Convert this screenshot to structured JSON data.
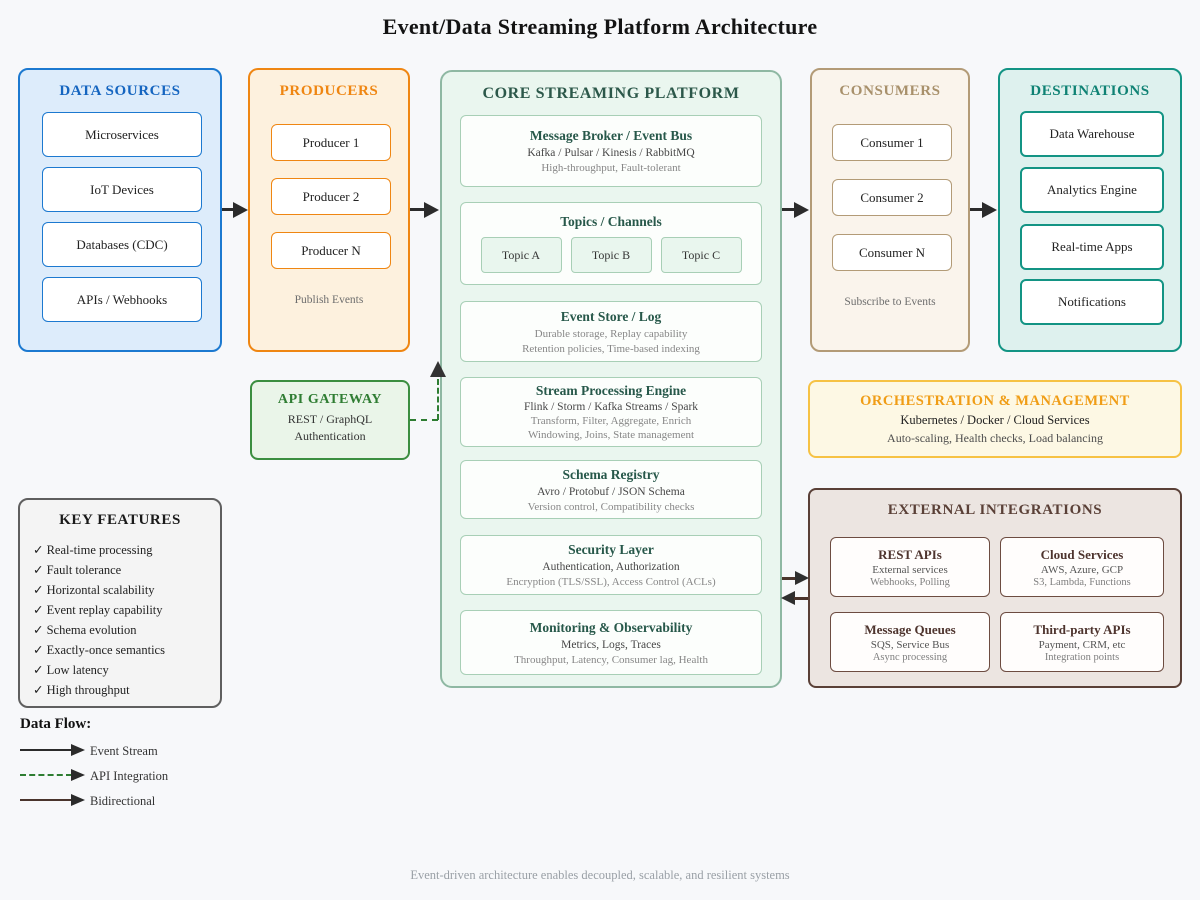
{
  "title": "Event/Data Streaming Platform Architecture",
  "footer": "Event-driven architecture enables decoupled, scalable, and resilient systems",
  "colors": {
    "data_sources_accent": "#1976d2",
    "producers_accent": "#ef8612",
    "core_accent": "#2c584a",
    "consumers_accent": "#b39b77",
    "destinations_accent": "#139484",
    "api_gateway_accent": "#2f7d33",
    "orchestration_accent": "#f09d16",
    "external_accent": "#5a4037",
    "event_stream_arrow": "#2b2b2b",
    "api_integration_arrow": "#2e7d32",
    "bidirectional_arrow": "#4a342c"
  },
  "data_sources": {
    "title": "DATA SOURCES",
    "items": [
      "Microservices",
      "IoT Devices",
      "Databases (CDC)",
      "APIs / Webhooks"
    ]
  },
  "producers": {
    "title": "PRODUCERS",
    "items": [
      "Producer 1",
      "Producer 2",
      "Producer N"
    ],
    "note": "Publish Events"
  },
  "api_gateway": {
    "title": "API GATEWAY",
    "line1": "REST / GraphQL",
    "line2": "Authentication"
  },
  "core": {
    "title": "CORE STREAMING PLATFORM",
    "sections": [
      {
        "title": "Message Broker / Event Bus",
        "line1": "Kafka / Pulsar / Kinesis / RabbitMQ",
        "line2": "High-throughput, Fault-tolerant"
      },
      {
        "title": "Topics / Channels",
        "topics": [
          "Topic A",
          "Topic B",
          "Topic C"
        ]
      },
      {
        "title": "Event Store / Log",
        "line1": "Durable storage, Replay capability",
        "line2": "Retention policies, Time-based indexing"
      },
      {
        "title": "Stream Processing Engine",
        "line1": "Flink / Storm / Kafka Streams / Spark",
        "line2": "Transform, Filter, Aggregate, Enrich",
        "line3": "Windowing, Joins, State management"
      },
      {
        "title": "Schema Registry",
        "line1": "Avro / Protobuf / JSON Schema",
        "line2": "Version control, Compatibility checks"
      },
      {
        "title": "Security Layer",
        "line1": "Authentication, Authorization",
        "line2": "Encryption (TLS/SSL), Access Control (ACLs)"
      },
      {
        "title": "Monitoring & Observability",
        "line1": "Metrics, Logs, Traces",
        "line2": "Throughput, Latency, Consumer lag, Health"
      }
    ]
  },
  "consumers": {
    "title": "CONSUMERS",
    "items": [
      "Consumer 1",
      "Consumer 2",
      "Consumer N"
    ],
    "note": "Subscribe to Events"
  },
  "destinations": {
    "title": "DESTINATIONS",
    "items": [
      "Data Warehouse",
      "Analytics Engine",
      "Real-time Apps",
      "Notifications"
    ]
  },
  "orchestration": {
    "title": "ORCHESTRATION & MANAGEMENT",
    "line1": "Kubernetes / Docker / Cloud Services",
    "line2": "Auto-scaling, Health checks, Load balancing"
  },
  "external": {
    "title": "EXTERNAL INTEGRATIONS",
    "cards": [
      {
        "title": "REST APIs",
        "line1": "External services",
        "line2": "Webhooks, Polling"
      },
      {
        "title": "Cloud Services",
        "line1": "AWS, Azure, GCP",
        "line2": "S3, Lambda, Functions"
      },
      {
        "title": "Message Queues",
        "line1": "SQS, Service Bus",
        "line2": "Async processing"
      },
      {
        "title": "Third-party APIs",
        "line1": "Payment, CRM, etc",
        "line2": "Integration points"
      }
    ]
  },
  "key_features": {
    "title": "KEY FEATURES",
    "items": [
      "✓ Real-time processing",
      "✓ Fault tolerance",
      "✓ Horizontal scalability",
      "✓ Event replay capability",
      "✓ Schema evolution",
      "✓ Exactly-once semantics",
      "✓ Low latency",
      "✓ High throughput"
    ]
  },
  "legend": {
    "title": "Data Flow:",
    "items": [
      "Event Stream",
      "API Integration",
      "Bidirectional"
    ]
  }
}
